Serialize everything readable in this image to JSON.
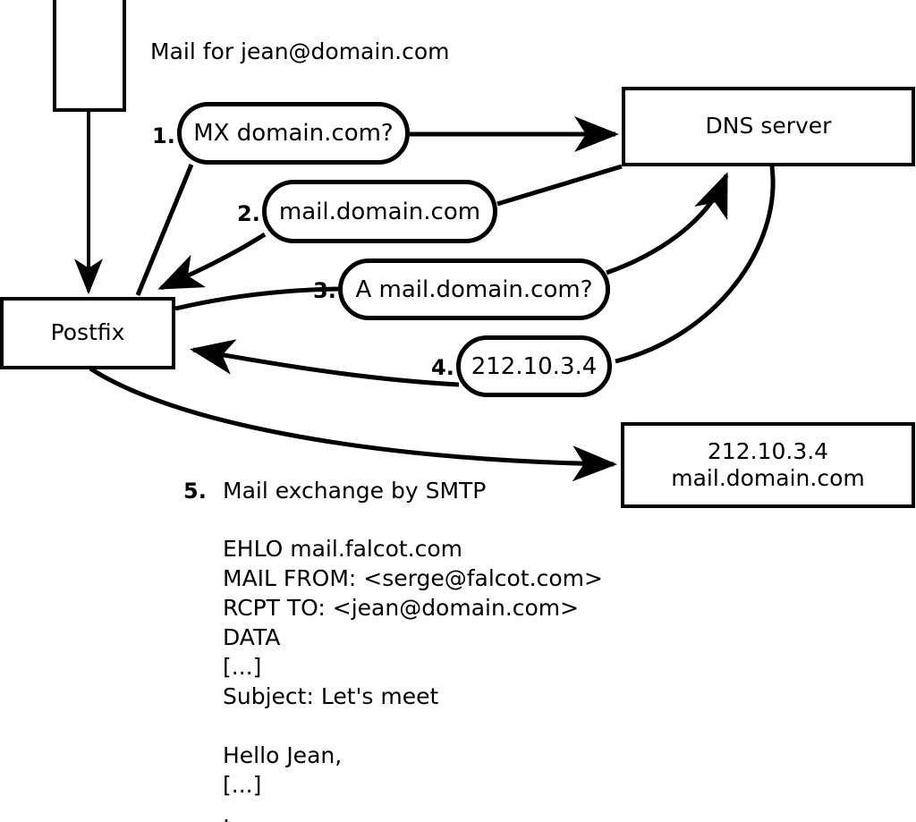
{
  "diagram": {
    "title": "Mail for jean@domain.com",
    "nodes": {
      "client": {
        "label": ""
      },
      "postfix": {
        "label": "Postfix"
      },
      "dns": {
        "label": "DNS server"
      },
      "mailserver": {
        "line1": "212.10.3.4",
        "line2": "mail.domain.com"
      }
    },
    "steps": [
      {
        "num": "1.",
        "text": "MX domain.com?"
      },
      {
        "num": "2.",
        "text": "mail.domain.com"
      },
      {
        "num": "3.",
        "text": "A mail.domain.com?"
      },
      {
        "num": "4.",
        "text": "212.10.3.4"
      }
    ],
    "step5": {
      "num": "5.",
      "text": "Mail exchange by SMTP"
    },
    "transcript": [
      "EHLO mail.falcot.com",
      "MAIL FROM: <serge@falcot.com>",
      "RCPT TO: <jean@domain.com>",
      "DATA",
      "[...]",
      "Subject: Let's meet",
      "",
      "Hello Jean,",
      "[...]",
      "."
    ],
    "colors": {
      "stroke": "#000000",
      "background": "#ffffff"
    }
  }
}
